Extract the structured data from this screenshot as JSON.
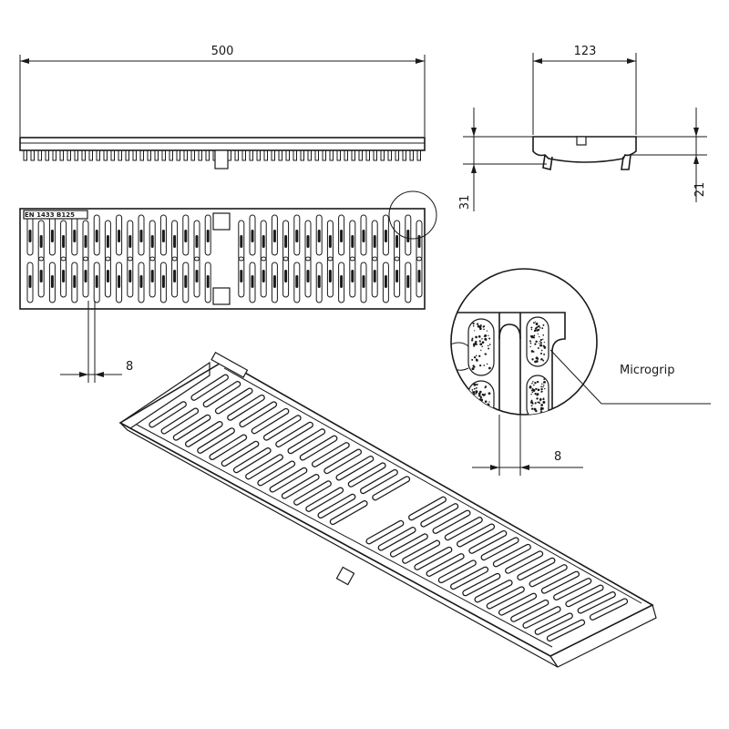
{
  "dimensions": {
    "length": "500",
    "width": "123",
    "height_total": "31",
    "height_inner": "21",
    "slot_width_plan": "8",
    "slot_width_detail": "8"
  },
  "labels": {
    "microgrip": "Microgrip",
    "marking": "EN 1433 B125"
  },
  "colors": {
    "line": "#1a1a1a",
    "background": "#ffffff"
  }
}
